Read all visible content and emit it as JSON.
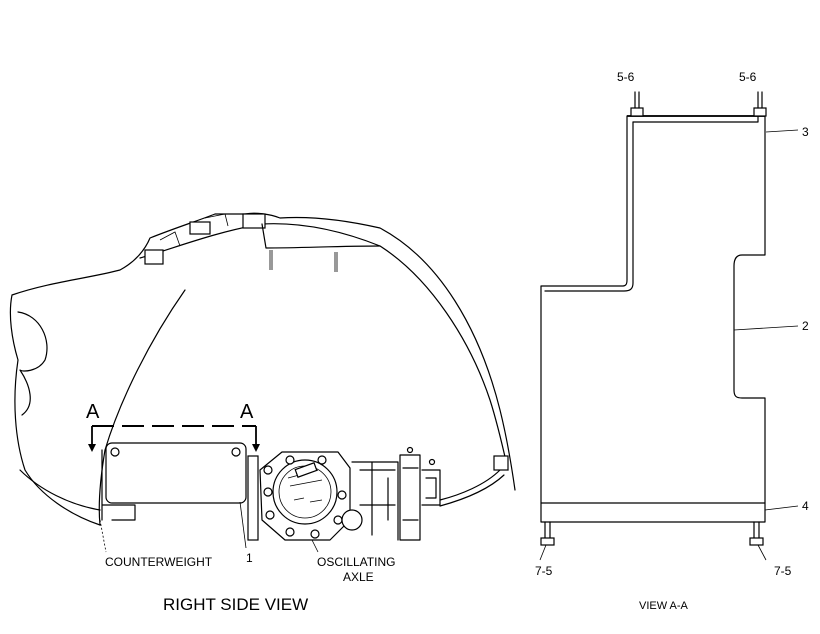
{
  "labels": {
    "counterweight": "COUNTERWEIGHT",
    "callout_1": "1",
    "oscillating_line1": "OSCILLATING",
    "oscillating_line2": "AXLE",
    "section_left": "A",
    "section_right": "A",
    "right_side_view": "RIGHT SIDE VIEW",
    "view_aa": "VIEW A-A",
    "callout_5_6_left": "5-6",
    "callout_5_6_right": "5-6",
    "callout_3": "3",
    "callout_2": "2",
    "callout_4": "4",
    "callout_7_5_left": "7-5",
    "callout_7_5_right": "7-5"
  }
}
